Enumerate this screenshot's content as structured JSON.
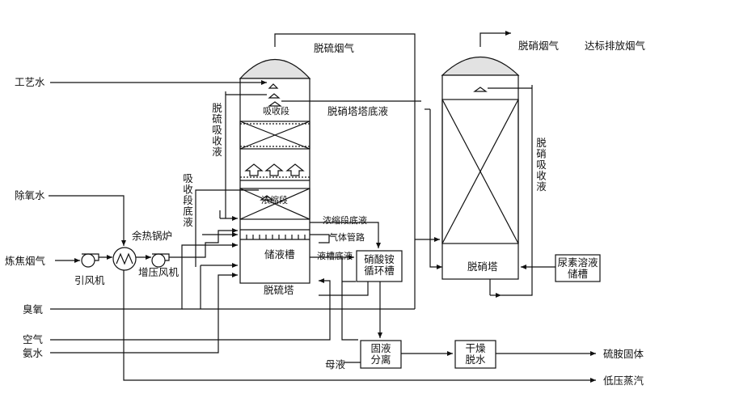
{
  "labels": {
    "process_water": "工艺水",
    "deoxy_water": "除氧水",
    "coke_flue_gas": "炼焦烟气",
    "induced_fan": "引风机",
    "waste_heat_boiler": "余热锅炉",
    "booster_fan": "增压风机",
    "ozone": "臭氧",
    "air": "空气",
    "ammonia_water": "氨水",
    "desulfur_flue_gas": "脱硫烟气",
    "denitration_flue_gas": "脱硝烟气",
    "compliant_flue_gas": "达标排放烟气",
    "denitration_tower_bottom": "脱硝塔塔底液",
    "absorption_section": "吸收段",
    "concentration_section": "浓缩段",
    "concentration_bottom": "浓缩段底液",
    "gas_duct": "气体管路",
    "storage_bottom": "液槽底液",
    "storage_tank": "储液槽",
    "desulfur_tower": "脱硫塔",
    "nitrate_tank": "硝酸铵\n循环槽",
    "denitration_tower": "脱硝塔",
    "urea_tank": "尿素溶液\n储槽",
    "separation": "固液\n分离",
    "dry_dewater": "干燥\n脱水",
    "mother_liquor": "母液",
    "ammonium_sulfate": "硫胺固体",
    "low_pressure_steam": "低压蒸汽",
    "desulfur_absorb_liquid": "脱硫吸收液",
    "absorb_bottom_liquid": "吸收段底液",
    "denitration_absorb_liquid": "脱硝吸收液"
  }
}
